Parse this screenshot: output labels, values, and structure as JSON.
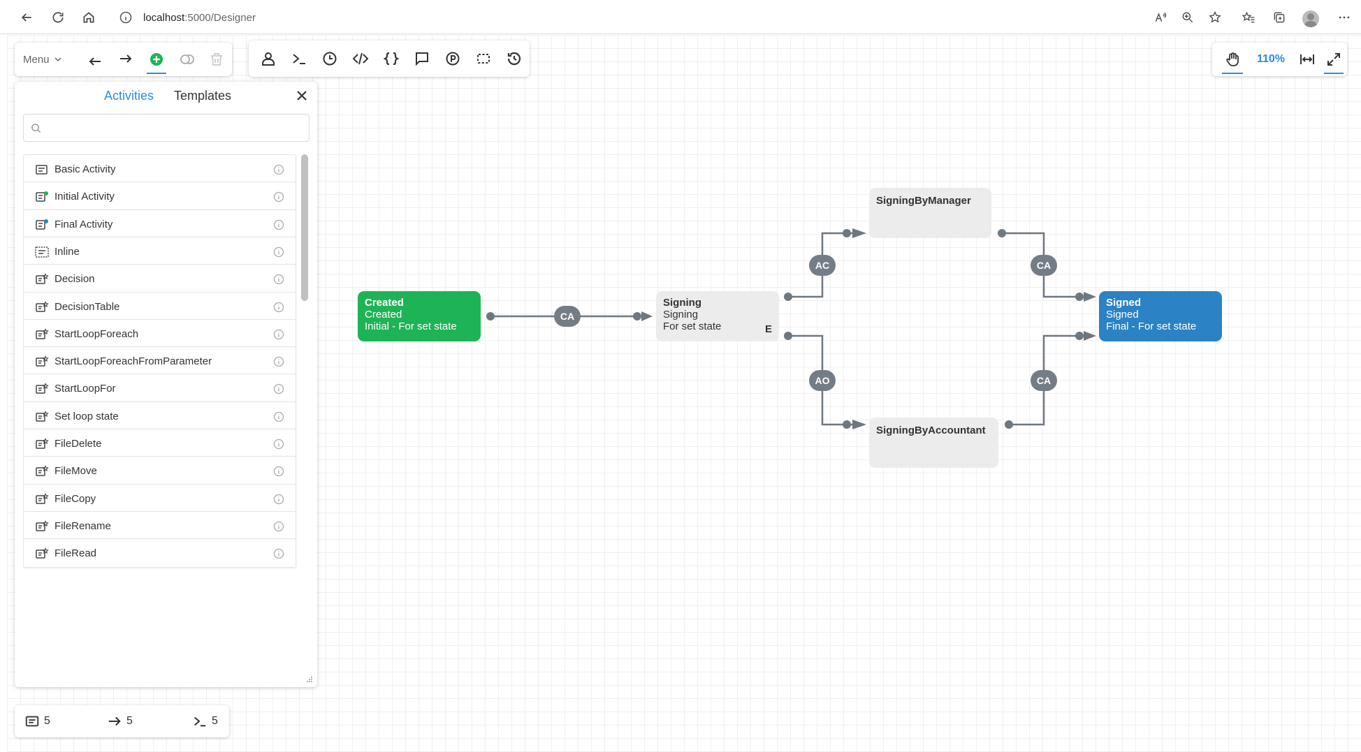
{
  "browser": {
    "url_host": "localhost",
    "url_path": ":5000/Designer"
  },
  "toolbar_left": {
    "menu_label": "Menu"
  },
  "toolbar_right": {
    "zoom": "110%"
  },
  "panel": {
    "tabs": [
      "Activities",
      "Templates"
    ],
    "active_tab": "Activities",
    "search_placeholder": "",
    "items": [
      {
        "label": "Basic Activity",
        "icon": "basic-activity-icon"
      },
      {
        "label": "Initial Activity",
        "icon": "initial-activity-icon"
      },
      {
        "label": "Final Activity",
        "icon": "final-activity-icon"
      },
      {
        "label": "Inline",
        "icon": "inline-icon"
      },
      {
        "label": "Decision",
        "icon": "action-activity-icon"
      },
      {
        "label": "DecisionTable",
        "icon": "action-activity-icon"
      },
      {
        "label": "StartLoopForeach",
        "icon": "action-activity-icon"
      },
      {
        "label": "StartLoopForeachFromParameter",
        "icon": "action-activity-icon"
      },
      {
        "label": "StartLoopFor",
        "icon": "action-activity-icon"
      },
      {
        "label": "Set loop state",
        "icon": "action-activity-icon"
      },
      {
        "label": "FileDelete",
        "icon": "action-activity-icon"
      },
      {
        "label": "FileMove",
        "icon": "action-activity-icon"
      },
      {
        "label": "FileCopy",
        "icon": "action-activity-icon"
      },
      {
        "label": "FileRename",
        "icon": "action-activity-icon"
      },
      {
        "label": "FileRead",
        "icon": "action-activity-icon"
      }
    ]
  },
  "statusbar": {
    "activities_count": "5",
    "transitions_count": "5",
    "commands_count": "5"
  },
  "diagram": {
    "nodes": {
      "created": {
        "title": "Created",
        "state": "Created",
        "subtitle": "Initial - For set state"
      },
      "signing": {
        "title": "Signing",
        "state": "Signing",
        "subtitle": "For set state",
        "marker": "E"
      },
      "signed": {
        "title": "Signed",
        "state": "Signed",
        "subtitle": "Final - For set state"
      },
      "manager": {
        "title": "SigningByManager"
      },
      "accountant": {
        "title": "SigningByAccountant"
      }
    },
    "badges": {
      "created_signing": "CA",
      "signing_manager": "AC",
      "manager_signed": "CA",
      "signing_accountant": "AO",
      "accountant_signed": "CA"
    }
  },
  "colors": {
    "accent": "#2b8be6",
    "initial_node": "#1eb356",
    "final_node": "#2b82c4",
    "activity_node": "#ececec",
    "badge": "#747d86",
    "add_button": "#1eb356"
  }
}
